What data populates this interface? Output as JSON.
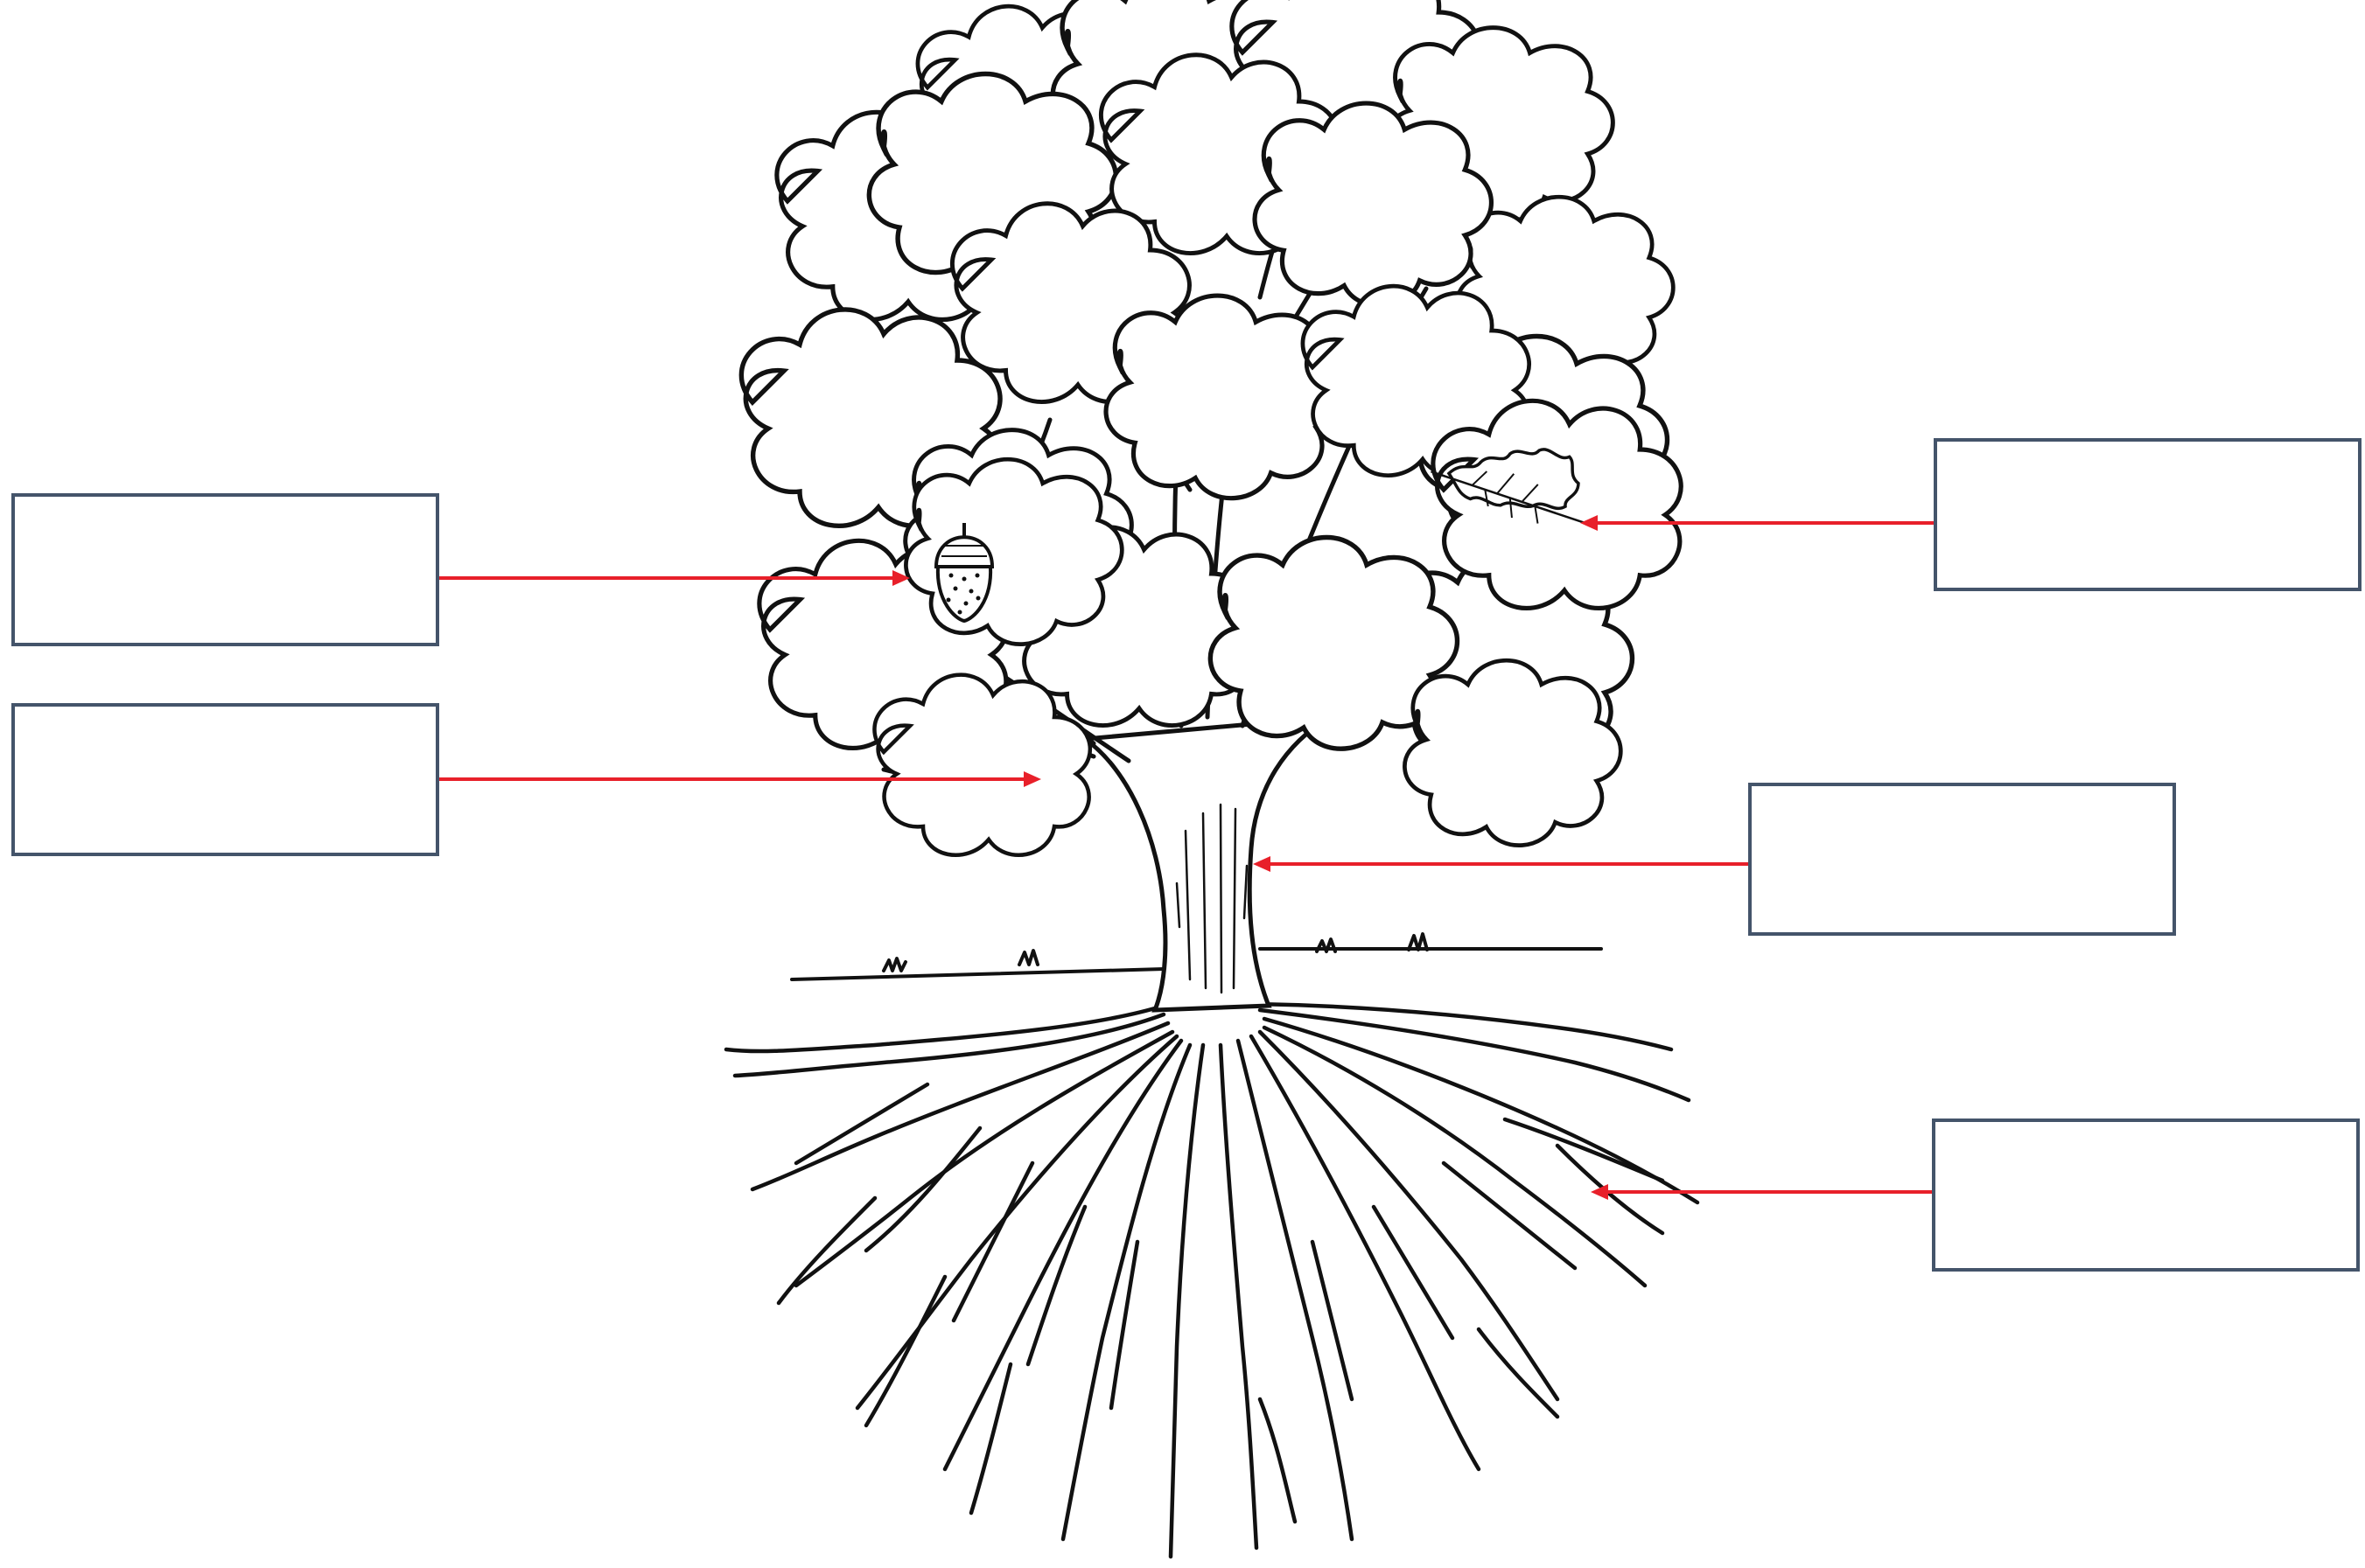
{
  "diagram": {
    "colors": {
      "arrow": "#e8202a",
      "box_border": "#44546a",
      "ink": "#111111",
      "background": "#ffffff"
    },
    "labels": [
      {
        "id": "acorn",
        "text": "",
        "icon": "acorn-icon"
      },
      {
        "id": "branch",
        "text": ""
      },
      {
        "id": "leaf",
        "text": "",
        "icon": "oak-leaf-icon"
      },
      {
        "id": "trunk",
        "text": ""
      },
      {
        "id": "roots",
        "text": ""
      }
    ]
  }
}
